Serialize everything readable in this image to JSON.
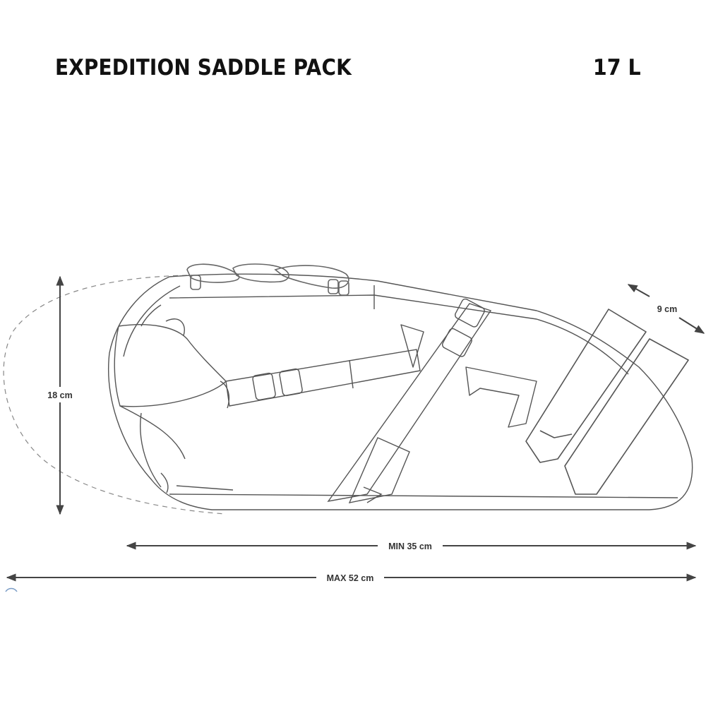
{
  "header": {
    "product_name": "EXPEDITION SADDLE PACK",
    "volume": "17 L"
  },
  "dimensions": {
    "height": "18 cm",
    "depth": "9 cm",
    "length_min": "MIN 35 cm",
    "length_max": "MAX 52 cm"
  },
  "colors": {
    "line": "#555555",
    "dimension": "#444444"
  }
}
